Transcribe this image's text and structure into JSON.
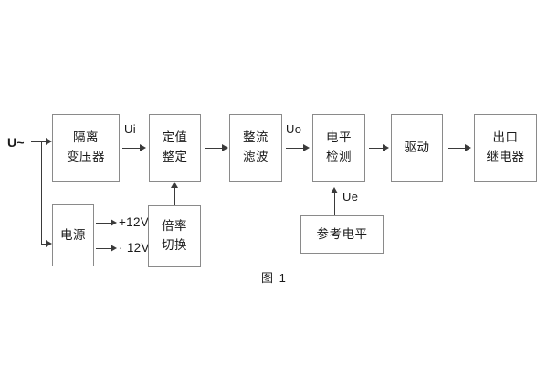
{
  "figure": {
    "caption": "图 1",
    "input_label": "U~",
    "line_color": "#3a3a3a",
    "box_border_color": "#8a8a8a",
    "background": "#ffffff"
  },
  "blocks": [
    {
      "id": "isolation-transformer",
      "lines": [
        "隔离",
        "变压器"
      ]
    },
    {
      "id": "setting-value",
      "lines": [
        "定值",
        "整定"
      ]
    },
    {
      "id": "rectify-filter",
      "lines": [
        "整流",
        "滤波"
      ]
    },
    {
      "id": "level-detect",
      "lines": [
        "电平",
        "检测"
      ]
    },
    {
      "id": "driver",
      "lines": [
        "驱动"
      ]
    },
    {
      "id": "output-relay",
      "lines": [
        "出口",
        "继电器"
      ]
    },
    {
      "id": "power-supply",
      "lines": [
        "电源"
      ]
    },
    {
      "id": "ratio-switch",
      "lines": [
        "倍率",
        "切换"
      ]
    },
    {
      "id": "reference-level",
      "lines": [
        "参考电平"
      ]
    }
  ],
  "signals": {
    "ui": "Ui",
    "uo": "Uo",
    "ue": "Ue",
    "rail_positive": "+12V",
    "rail_negative": "· 12V"
  }
}
